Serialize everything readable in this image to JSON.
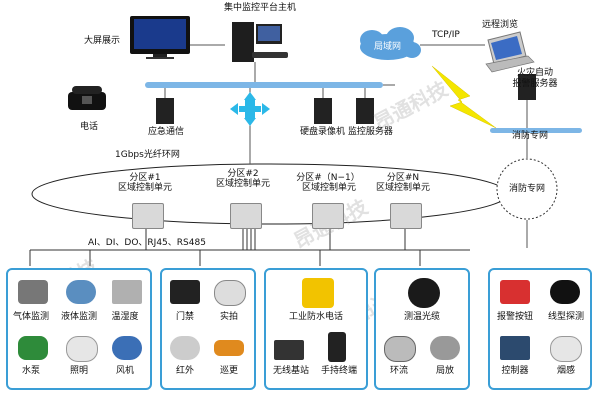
{
  "top": {
    "host_label": "集中监控平台主机",
    "display_label": "大屏展示",
    "phone_label": "电话",
    "emergency_label": "应急通信",
    "recorder_label": "硬盘录像机 监控服务器",
    "lan_label": "局域网",
    "protocol_label": "TCP/IP",
    "remote_label": "远程浏览",
    "fire_server_label": "火灾自动\n报警服务器",
    "fire_net_label": "消防专网"
  },
  "ring": {
    "label": "1Gbps光纤环网",
    "fire_circle_label": "消防专网",
    "units": [
      {
        "zone": "分区#1",
        "name": "区域控制单元"
      },
      {
        "zone": "分区#2",
        "name": "区域控制单元"
      },
      {
        "zone": "分区#（N−1）",
        "name": "区域控制单元"
      },
      {
        "zone": "分区#N",
        "name": "区域控制单元"
      }
    ]
  },
  "io_label": "AI、DI、DO、RJ45、RS485",
  "groups": [
    {
      "items": [
        "气体监测",
        "液体监测",
        "温湿度",
        "水泵",
        "照明",
        "风机"
      ]
    },
    {
      "items": [
        "门禁",
        "实拍",
        "红外",
        "巡更"
      ]
    },
    {
      "items": [
        "工业防水电话",
        "无线基站",
        "手持终端"
      ]
    },
    {
      "items": [
        "测温光缆",
        "环流",
        "局放"
      ]
    },
    {
      "items": [
        "报警按钮",
        "线型探测",
        "控制器",
        "烟感"
      ]
    }
  ],
  "watermark": "昂通科技",
  "colors": {
    "accent": "#3a9ed6",
    "lightning": "#f4e600",
    "cloud": "#5aa0dc"
  }
}
